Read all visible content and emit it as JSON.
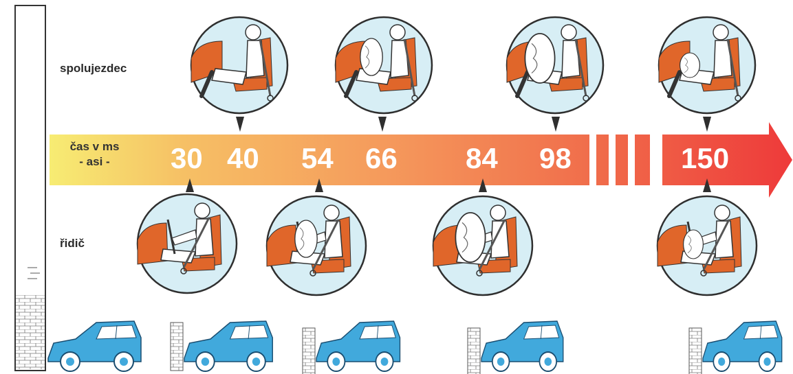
{
  "labels": {
    "passenger": "spolujezdec",
    "driver": "řidič",
    "axis_line1": "čas v ms",
    "axis_line2": "- asi -"
  },
  "timeline": {
    "ticks": [
      "30",
      "40",
      "54",
      "66",
      "84",
      "98",
      "150"
    ]
  },
  "colors": {
    "arrow_start": "#f7ec73",
    "arrow_mid": "#f59a5c",
    "arrow_end": "#ee3a3a",
    "circle_fill": "#d7eef5",
    "seat": "#e0662a",
    "car": "#41a9dc"
  },
  "icons": [
    "wall-icon",
    "airbag-icon",
    "car-icon",
    "seat-icon"
  ]
}
